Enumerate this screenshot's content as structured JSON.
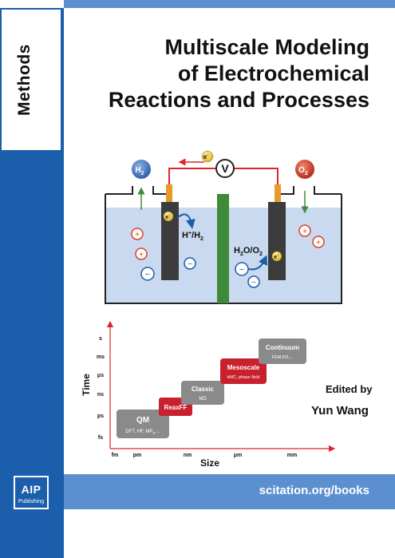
{
  "cover": {
    "series_label": "Methods",
    "title_lines": [
      "Multiscale Modeling",
      "of Electrochemical",
      "Reactions and Processes"
    ],
    "edited_by": "Edited by",
    "editor": "Yun Wang",
    "url": "scitation.org/books",
    "publisher_logo": {
      "main": "AIP",
      "sub": "Publishing"
    }
  },
  "cell_diagram": {
    "left_gas": {
      "main": "H",
      "sub": "2"
    },
    "right_gas": {
      "main": "O",
      "sub": "2"
    },
    "electron": {
      "main": "e",
      "sup": "-"
    },
    "voltmeter": "V",
    "left_reaction": {
      "a": "H",
      "a_sup": "+",
      "b": "/H",
      "b_sub": "2"
    },
    "right_reaction": {
      "a": "H",
      "a_sub": "2",
      "b": "O/O",
      "b_sub": "2"
    },
    "plus": "+",
    "minus": "−"
  },
  "scale_chart": {
    "y_title": "Time",
    "x_title": "Size",
    "y_ticks": [
      "s",
      "ms",
      "μs",
      "ns",
      "ps",
      "fs"
    ],
    "x_ticks": [
      "fm",
      "pm",
      "nm",
      "μm",
      "mm"
    ],
    "boxes": [
      {
        "title": "QM",
        "subtitle": "DFT, HF, MP",
        "subtitle_sub": "2",
        "subtitle_tail": ",..."
      },
      {
        "title": "ReaxFF",
        "subtitle": ""
      },
      {
        "title": "Classic",
        "subtitle": "MD"
      },
      {
        "title": "Mesoscale",
        "subtitle": "kMC, phase field"
      },
      {
        "title": "Continuum",
        "subtitle": "FEM,FD,..."
      }
    ]
  },
  "colors": {
    "blue": "#1b5eab",
    "light_blue": "#5b8fcf",
    "electrolyte": "#c9d9ef",
    "membrane": "#3f8a38",
    "wire": "#e0242c",
    "red_box": "#c8202d",
    "gray_box": "#8a8a8a",
    "h2_ball": "#4a78c2",
    "o2_ball": "#d9432a"
  }
}
